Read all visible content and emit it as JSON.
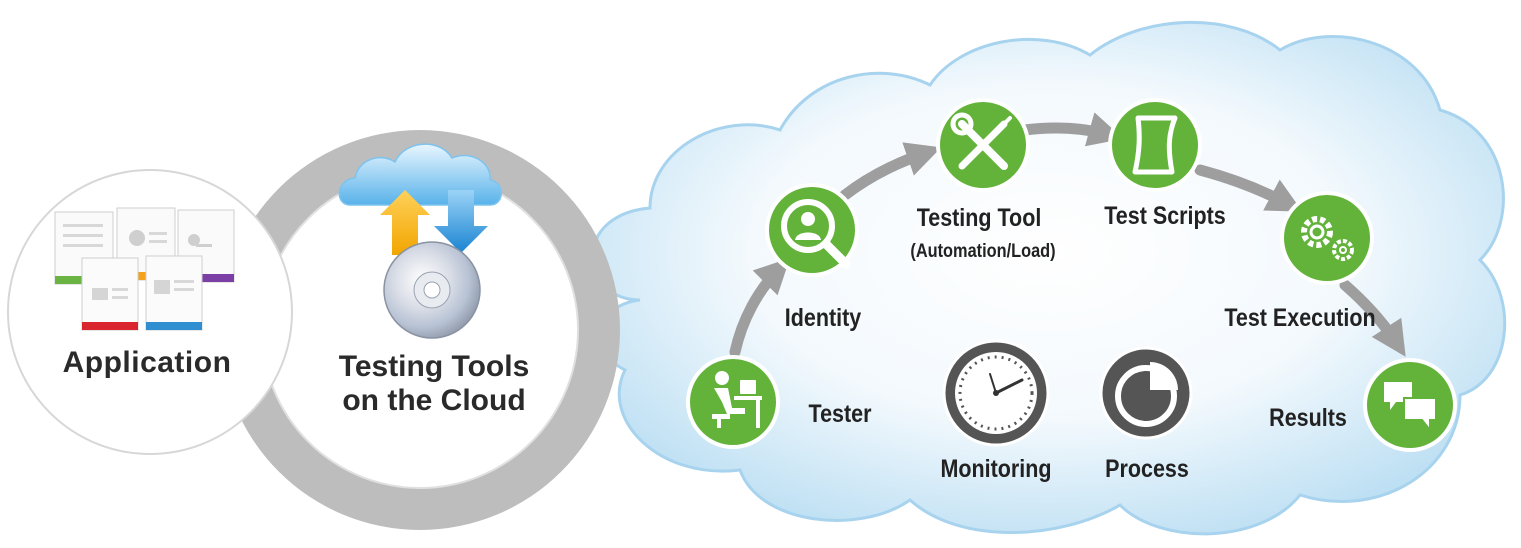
{
  "application": {
    "label": "Application"
  },
  "cloud_tools": {
    "label_line1": "Testing Tools",
    "label_line2": "on the Cloud"
  },
  "workflow": {
    "tester": "Tester",
    "identity": "Identity",
    "testing_tool": "Testing Tool",
    "testing_tool_sub": "(Automation/Load)",
    "test_scripts": "Test Scripts",
    "test_execution": "Test Execution",
    "results": "Results",
    "monitoring": "Monitoring",
    "process": "Process"
  },
  "colors": {
    "node_green": "#63b33b",
    "node_gray": "#555555",
    "arrow_gray": "#9e9e9e",
    "ring_gray": "#bdbdbd",
    "cloud_blue": "#cfe7f6"
  },
  "icons": {
    "tester": "person-at-desk-icon",
    "identity": "user-magnifier-icon",
    "testing_tool": "wrench-screwdriver-icon",
    "test_scripts": "script-scroll-icon",
    "test_execution": "gears-icon",
    "results": "chat-bubbles-icon",
    "monitoring": "clock-gauge-icon",
    "process": "pie-chart-icon",
    "cloud_transfer": "cloud-upload-download-icon",
    "disc": "cd-disc-icon",
    "documents": "document-stack-icon"
  }
}
